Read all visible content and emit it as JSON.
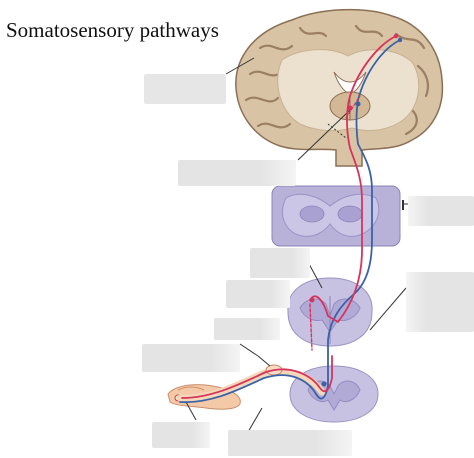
{
  "diagram": {
    "title": "Somatosensory pathways"
  },
  "colors": {
    "brain_tissue": "#d9c3a5",
    "brain_outline": "#8a6f55",
    "white_matter": "#ece1cf",
    "medulla": "#b9b2d8",
    "spinal_cord": "#c7c1e2",
    "pathway_red": "#d8335a",
    "pathway_blue": "#3a62a8",
    "label_box": "#e6e6e6",
    "skin": "#f4c9a8"
  },
  "icons": {
    "brain": "coronal-brain-section",
    "medulla": "medulla-cross-section",
    "spinal": "spinal-cord-cross-section",
    "hand": "fingertip-receptor"
  }
}
